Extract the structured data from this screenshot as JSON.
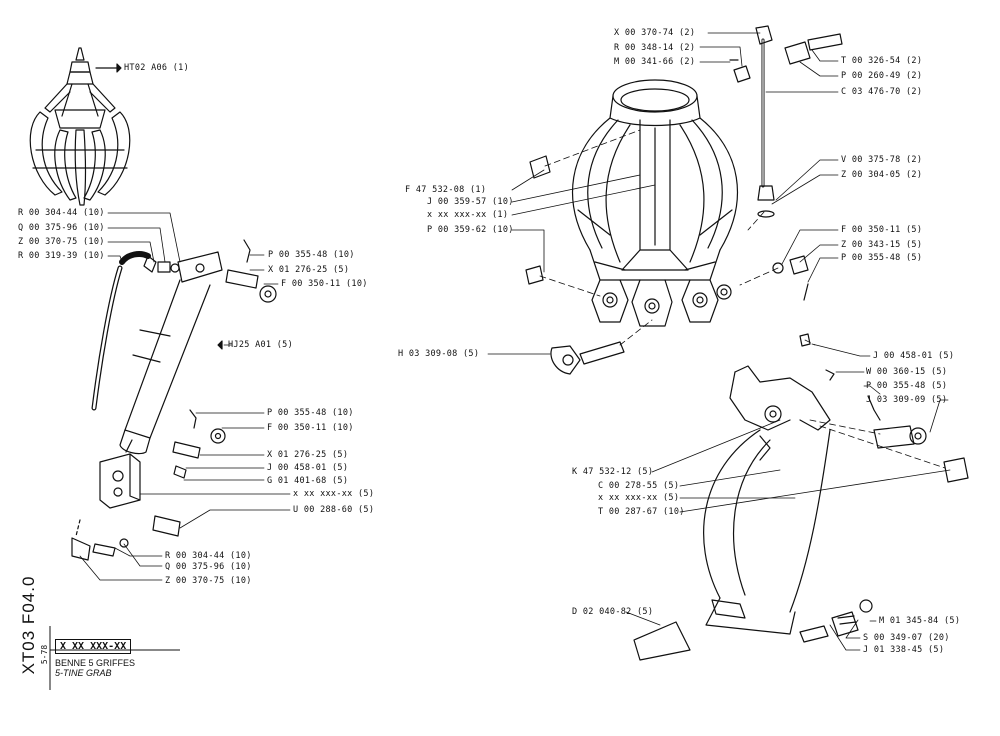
{
  "sheet": {
    "code": "XT03 F04.0",
    "date": "5-78"
  },
  "title_block": {
    "ref": "X XX XXX-XX",
    "title_fr": "BENNE 5 GRIFFES",
    "title_en": "5-TINE GRAB"
  },
  "callouts": [
    {
      "text": "HT02  A06 (1)"
    },
    {
      "text": "R 00 304-44 (10)"
    },
    {
      "text": "Q 00 375-96 (10)"
    },
    {
      "text": "Z 00 370-75 (10)"
    },
    {
      "text": "R 00 319-39 (10)"
    },
    {
      "text": "P 00 355-48 (10)"
    },
    {
      "text": "X 01 276-25 (5)"
    },
    {
      "text": "F 00 350-11 (10)"
    },
    {
      "text": "HJ25  A01 (5)"
    },
    {
      "text": "P 00 355-48 (10)"
    },
    {
      "text": "F 00 350-11 (10)"
    },
    {
      "text": "X 01 276-25 (5)"
    },
    {
      "text": "J 00 458-01 (5)"
    },
    {
      "text": "G 01 401-68 (5)"
    },
    {
      "text": "x xx xxx-xx (5)"
    },
    {
      "text": "U 00 288-60 (5)"
    },
    {
      "text": "R 00 304-44 (10)"
    },
    {
      "text": "Q 00 375-96 (10)"
    },
    {
      "text": "Z 00 370-75 (10)"
    },
    {
      "text": "X 00 370-74 (2)"
    },
    {
      "text": "R 00 348-14 (2)"
    },
    {
      "text": "M 00 341-66 (2)"
    },
    {
      "text": "T 00 326-54 (2)"
    },
    {
      "text": "P 00 260-49 (2)"
    },
    {
      "text": "C 03 476-70 (2)"
    },
    {
      "text": "F 47 532-08 (1)"
    },
    {
      "text": "J 00 359-57 (10)"
    },
    {
      "text": "x xx xxx-xx (1)"
    },
    {
      "text": "P 00 359-62 (10)"
    },
    {
      "text": "V 00 375-78 (2)"
    },
    {
      "text": "Z 00 304-05 (2)"
    },
    {
      "text": "F 00 350-11 (5)"
    },
    {
      "text": "Z 00 343-15 (5)"
    },
    {
      "text": "P 00 355-48 (5)"
    },
    {
      "text": "H 03 309-08 (5)"
    },
    {
      "text": "J 00 458-01 (5)"
    },
    {
      "text": "W 00 360-15 (5)"
    },
    {
      "text": "P 00 355-48 (5)"
    },
    {
      "text": "J 03 309-09 (5)"
    },
    {
      "text": "K 47 532-12 (5)"
    },
    {
      "text": "C 00 278-55 (5)"
    },
    {
      "text": "x xx xxx-xx (5)"
    },
    {
      "text": "T 00 287-67 (10)"
    },
    {
      "text": "D 02 040-82 (5)"
    },
    {
      "text": "M 01 345-84 (5)"
    },
    {
      "text": "S 00 349-07 (20)"
    },
    {
      "text": "J 01 338-45 (5)"
    }
  ]
}
